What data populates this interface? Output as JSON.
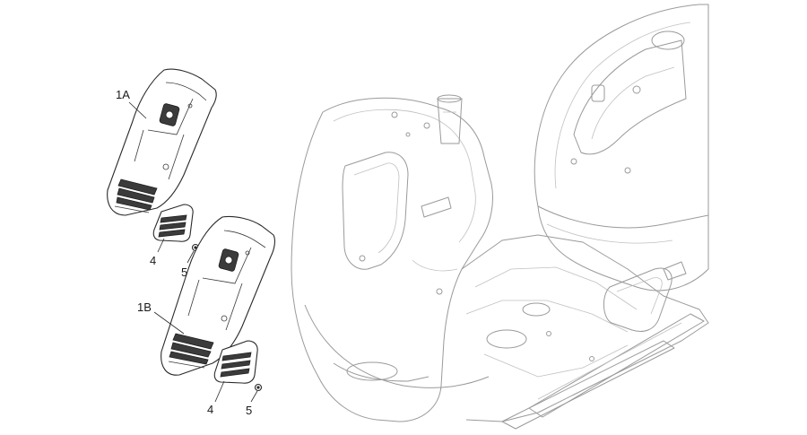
{
  "labels": {
    "part_1a": "1A",
    "part_1b": "1B",
    "part_4_top": "4",
    "part_5_top": "5",
    "part_4_bottom": "4",
    "part_5_bottom": "5"
  },
  "colors": {
    "frame_line": "#9a9a9a",
    "part_line": "#2a2a2a",
    "background": "#ffffff"
  }
}
